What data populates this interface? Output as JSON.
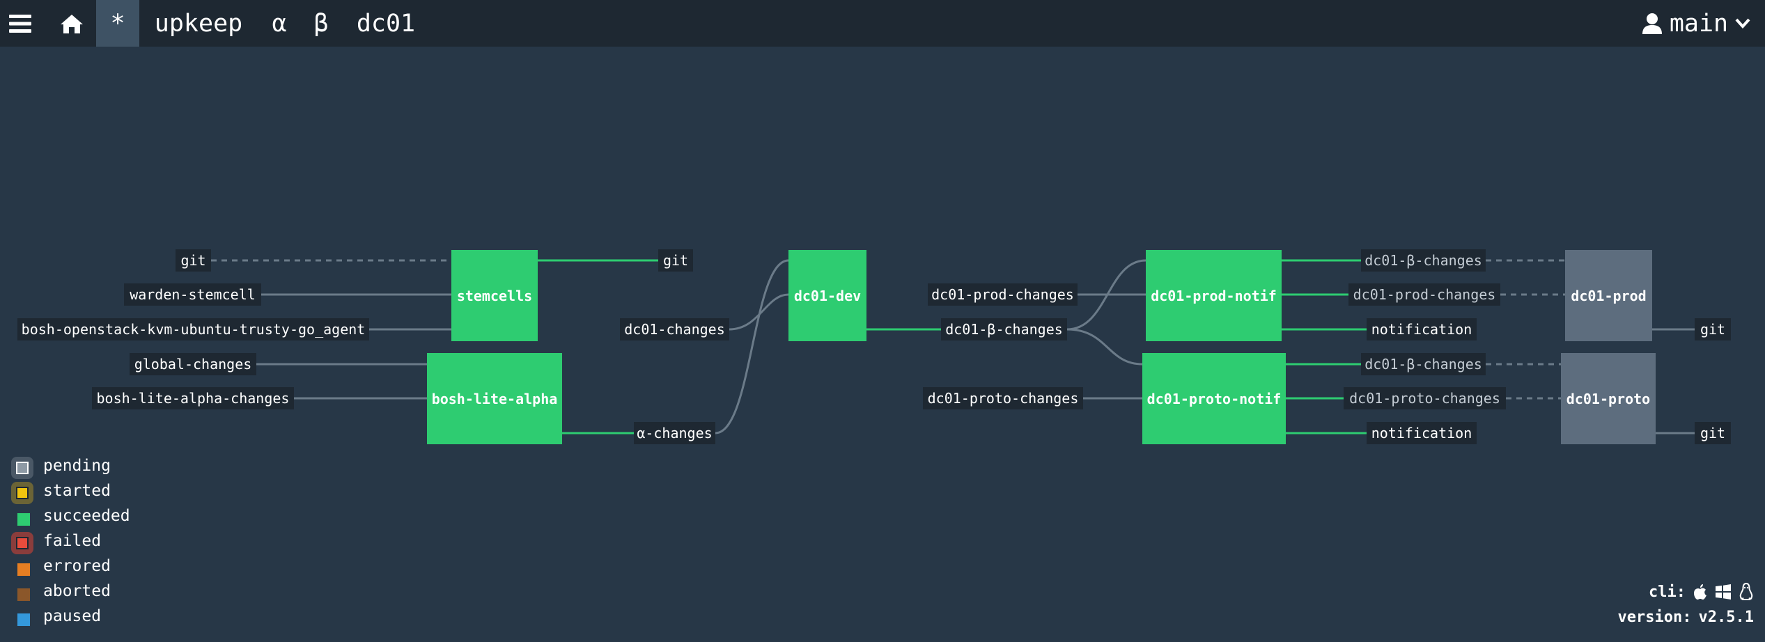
{
  "topbar": {
    "menu_icon": "hamburger-icon",
    "home_icon": "home-icon",
    "pipeline_tab": "*",
    "pipeline_name": "upkeep",
    "groups": [
      "α",
      "β",
      "dc01"
    ],
    "user_icon": "user-icon",
    "user_label": "main",
    "chevron_icon": "chevron-down-icon"
  },
  "graph": {
    "jobs": {
      "stemcells": "stemcells",
      "bosh_lite_alpha": "bosh-lite-alpha",
      "dc01_dev": "dc01-dev",
      "dc01_prod_notif": "dc01-prod-notif",
      "dc01_proto_notif": "dc01-proto-notif",
      "dc01_prod": "dc01-prod",
      "dc01_proto": "dc01-proto"
    },
    "resources": {
      "git_in_stemcells": "git",
      "warden_stemcell": "warden-stemcell",
      "bosh_openstack": "bosh-openstack-kvm-ubuntu-trusty-go_agent",
      "global_changes": "global-changes",
      "bosh_lite_alpha_changes": "bosh-lite-alpha-changes",
      "git_out_stemcells": "git",
      "dc01_changes": "dc01-changes",
      "alpha_changes": "α-changes",
      "dc01_prod_changes_in": "dc01-prod-changes",
      "dc01_beta_changes_mid": "dc01-β-changes",
      "dc01_proto_changes_in": "dc01-proto-changes",
      "prod_beta_out": "dc01-β-changes",
      "prod_changes_out": "dc01-prod-changes",
      "prod_notification": "notification",
      "proto_beta_out": "dc01-β-changes",
      "proto_changes_out": "dc01-proto-changes",
      "proto_notification": "notification",
      "prod_git": "git",
      "proto_git": "git"
    }
  },
  "legend": [
    "pending",
    "started",
    "succeeded",
    "failed",
    "errored",
    "aborted",
    "paused"
  ],
  "footer": {
    "cli_label": "cli:",
    "cli_icons": [
      "apple-icon",
      "windows-icon",
      "linux-icon"
    ],
    "version_label": "version:",
    "version_value": "v2.5.1"
  },
  "colors": {
    "background": "#273747",
    "topbar": "#1e2832",
    "succeeded": "#2ecc71",
    "pending": "#5d6d7e",
    "started": "#f1c40f",
    "failed": "#e74c3c",
    "errored": "#e67e22",
    "aborted": "#8b572a",
    "paused": "#3498db"
  }
}
